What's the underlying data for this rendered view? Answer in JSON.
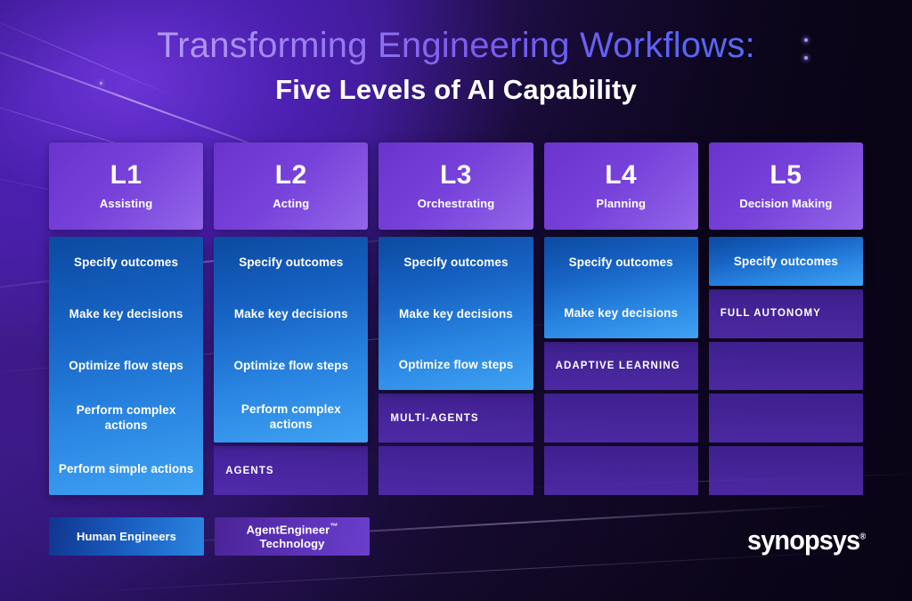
{
  "title": {
    "main": "Transforming Engineering Workflows:",
    "sub": "Five Levels of AI Capability"
  },
  "colors": {
    "header_purple_start": "#6a33cc",
    "header_purple_end": "#9366e9",
    "blue_start": "#0b4aa0",
    "blue_end": "#3fa2f2",
    "row_purple": "#562eb6",
    "background_purple": "#5a2cc8",
    "background_dark": "#0f0722",
    "text_white": "#ffffff"
  },
  "capability_rows": [
    "Specify outcomes",
    "Make key decisions",
    "Optimize flow steps",
    "Perform complex actions",
    "Perform simple actions"
  ],
  "columns": [
    {
      "id": "l1",
      "level": "L1",
      "label": "Assisting",
      "human_rows": [
        "Specify outcomes",
        "Make key decisions",
        "Optimize flow steps",
        "Perform complex actions",
        "Perform simple actions"
      ],
      "ai_rows": []
    },
    {
      "id": "l2",
      "level": "L2",
      "label": "Acting",
      "human_rows": [
        "Specify outcomes",
        "Make key decisions",
        "Optimize flow steps",
        "Perform complex actions"
      ],
      "ai_rows": [
        "AGENTS"
      ]
    },
    {
      "id": "l3",
      "level": "L3",
      "label": "Orchestrating",
      "human_rows": [
        "Specify outcomes",
        "Make key decisions",
        "Optimize flow steps"
      ],
      "ai_rows": [
        "MULTI-AGENTS",
        ""
      ]
    },
    {
      "id": "l4",
      "level": "L4",
      "label": "Planning",
      "human_rows": [
        "Specify outcomes",
        "Make key decisions"
      ],
      "ai_rows": [
        "ADAPTIVE LEARNING",
        "",
        ""
      ]
    },
    {
      "id": "l5",
      "level": "L5",
      "label": "Decision Making",
      "human_rows": [
        "Specify outcomes"
      ],
      "ai_rows": [
        "FULL AUTONOMY",
        "",
        "",
        ""
      ]
    }
  ],
  "legend": [
    {
      "id": "human",
      "text": "Human Engineers",
      "style": "blue"
    },
    {
      "id": "agentengineer",
      "text": "AgentEngineer",
      "trademark": "™",
      "text2": "Technology",
      "style": "purple"
    }
  ],
  "logo": {
    "name": "synopsys",
    "registered": "®"
  }
}
